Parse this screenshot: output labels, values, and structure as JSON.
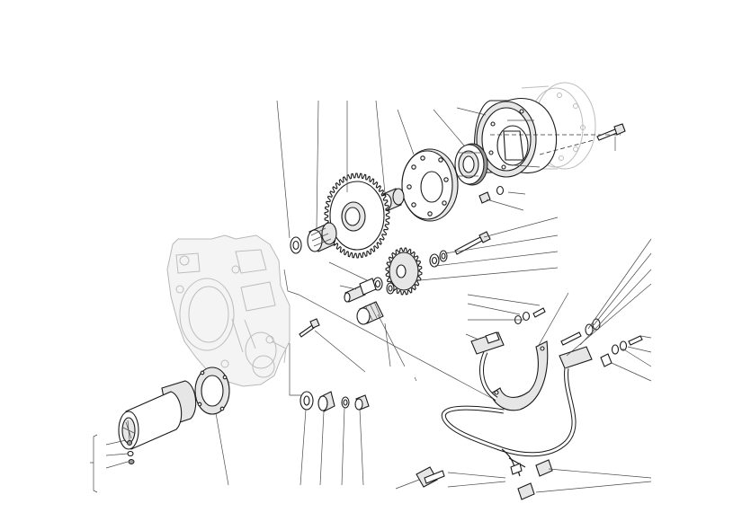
{
  "diagram": {
    "theme": {
      "ink": "#1a1a1a",
      "ghost": "#bdbdbd",
      "shade": "#e6e6e6",
      "background": "#ffffff"
    },
    "parts": [
      "engine-crankcase-ghost",
      "flywheel-ghost",
      "rotor-housing",
      "freewheel-clutch",
      "clutch-ring-plate",
      "bushing",
      "starter-driven-gear",
      "needle-bearing",
      "spacer-washer",
      "intermediate-gear",
      "intermediate-shaft",
      "small-pinion",
      "starter-motor",
      "starter-gasket",
      "stator-mount-plate",
      "pickup-sensor",
      "wiring-harness",
      "connectors",
      "terminal-cap"
    ]
  }
}
